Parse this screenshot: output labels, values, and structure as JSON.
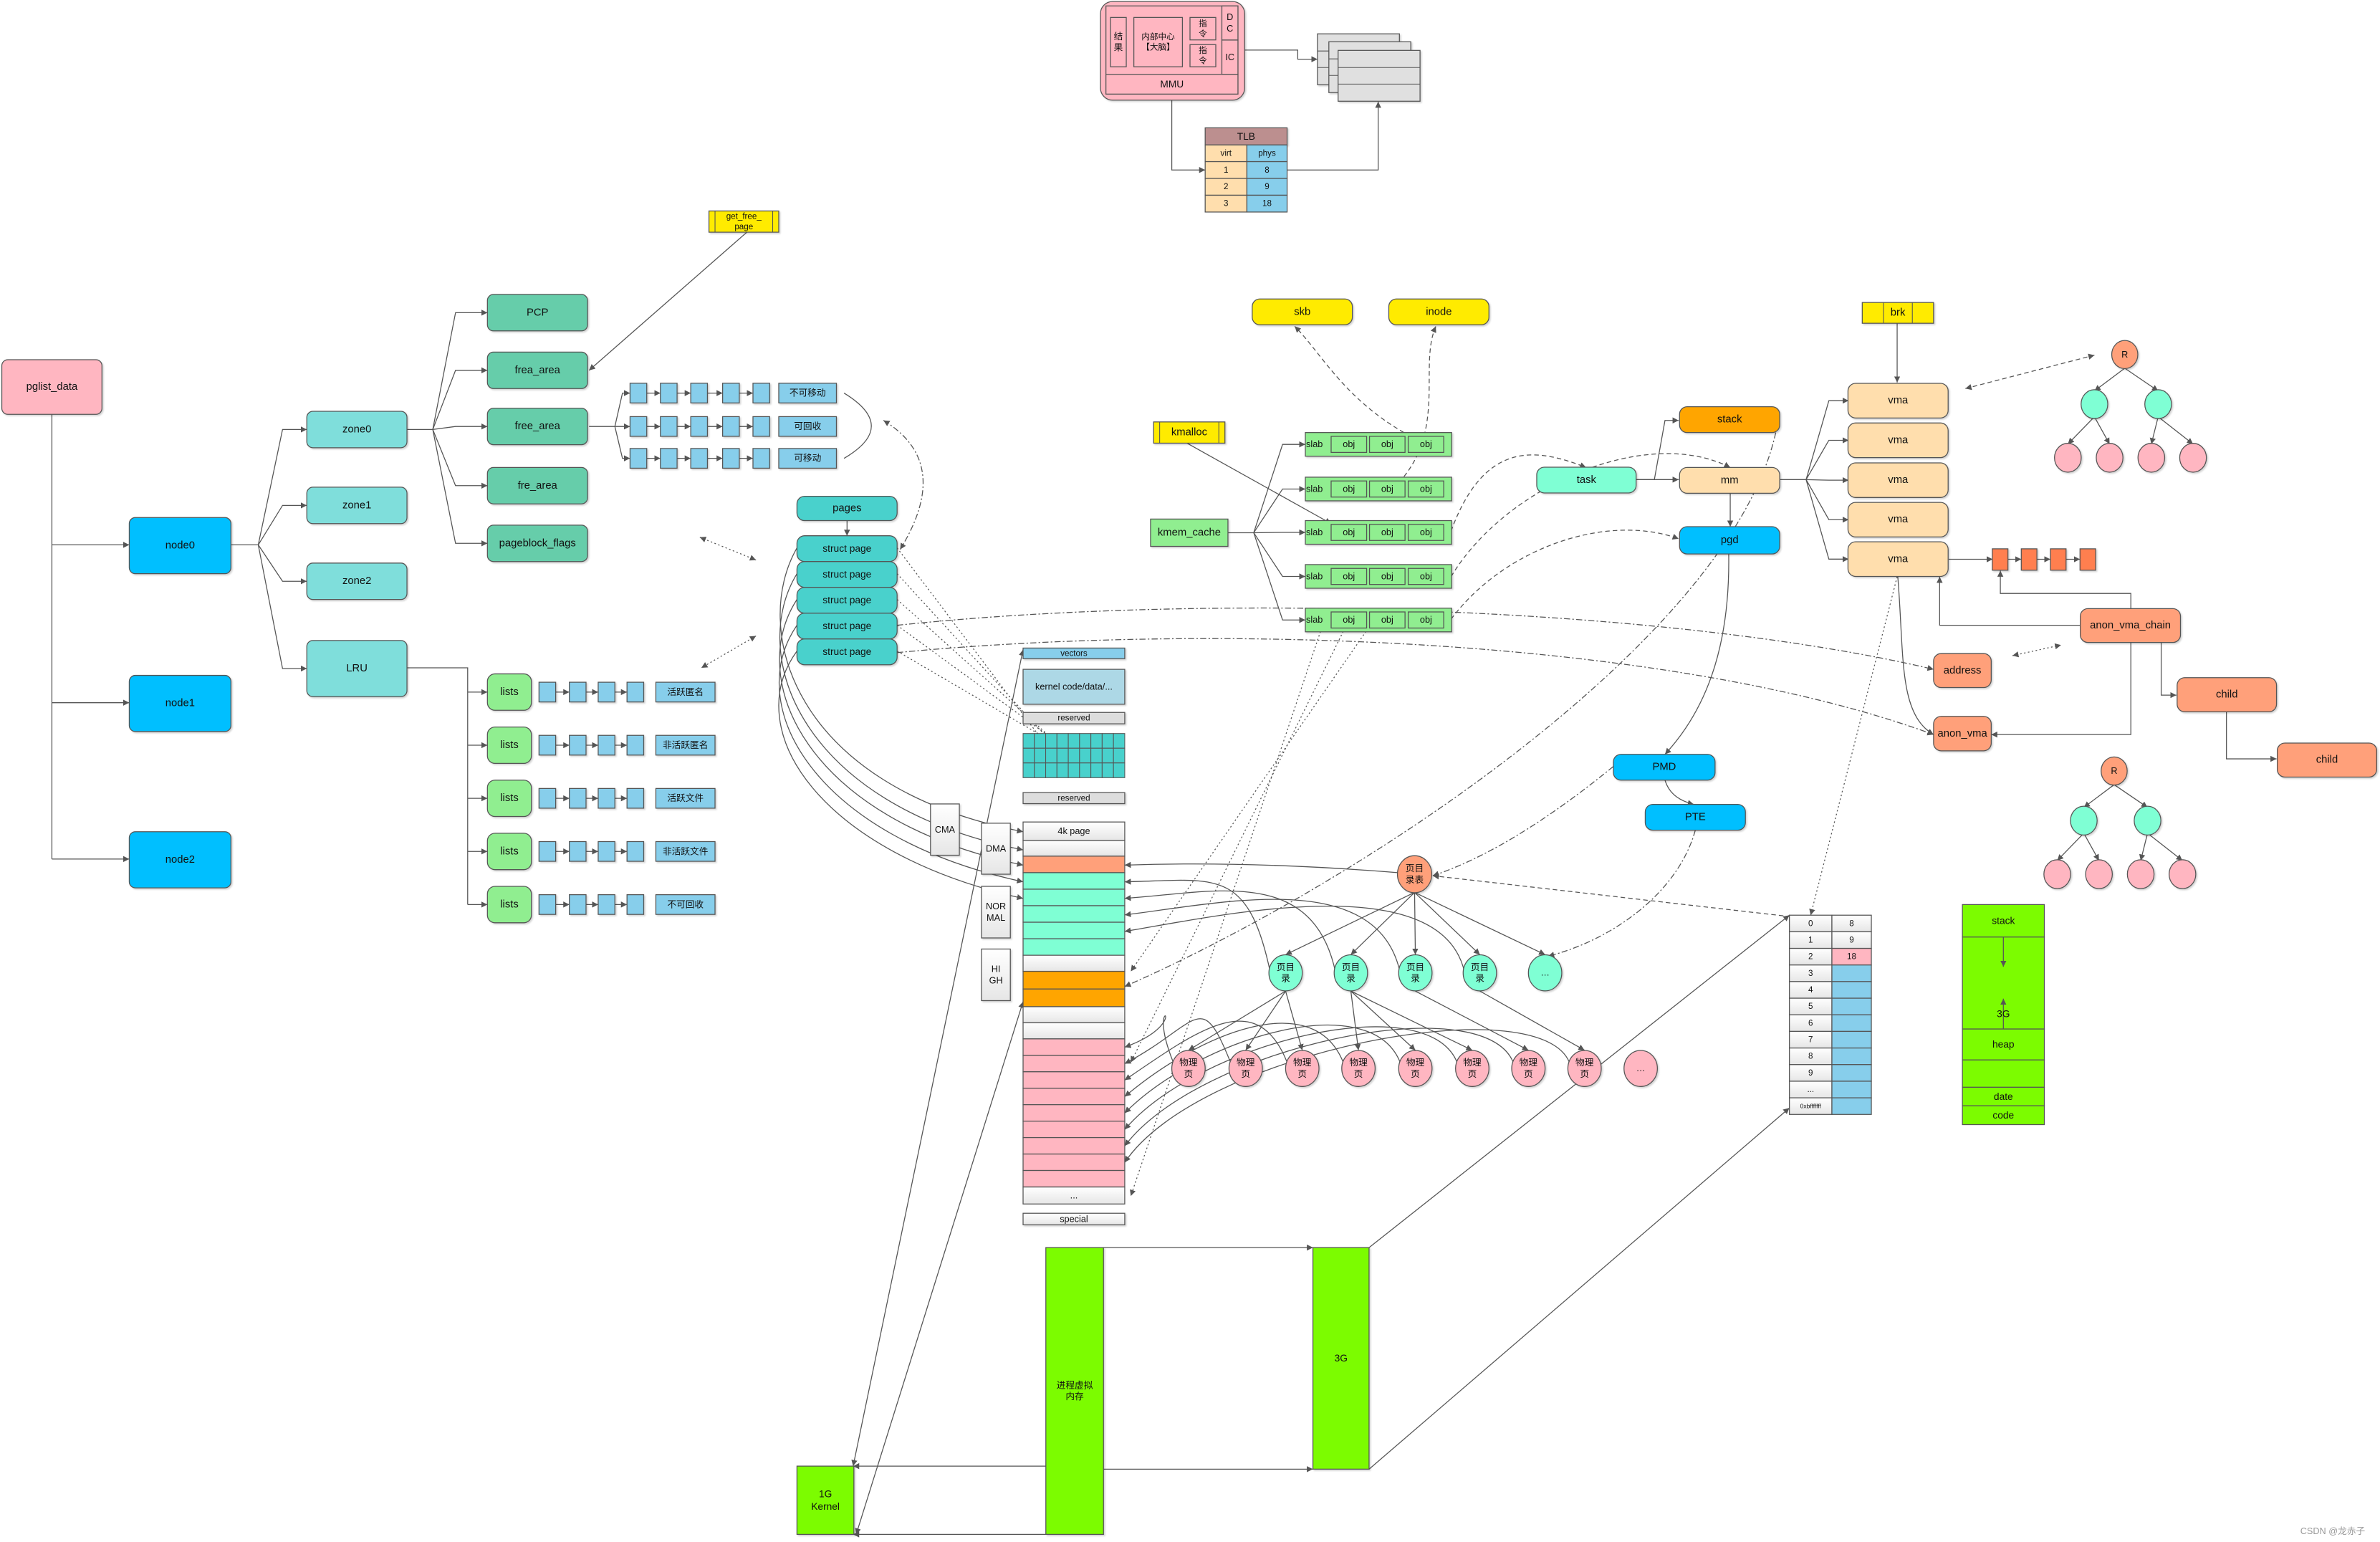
{
  "numa": {
    "root": "pglist_data",
    "nodes": [
      "node0",
      "node1",
      "node2"
    ]
  },
  "zones": [
    "zone0",
    "zone1",
    "zone2",
    "LRU"
  ],
  "zone_fields": [
    "PCP",
    "frea_area",
    "free_area",
    "fre_area",
    "pageblock_flags"
  ],
  "get_free_page": [
    "get_free_",
    "page"
  ],
  "migrate_types": [
    "不可移动",
    "可回收",
    "可移动"
  ],
  "lru_lists": {
    "label": "lists",
    "types": [
      "活跃匿名",
      "非活跃匿名",
      "活跃文件",
      "非活跃文件",
      "不可回收"
    ]
  },
  "pages": {
    "title": "pages",
    "items": [
      "struct page",
      "struct page",
      "struct page",
      "struct page",
      "struct page"
    ]
  },
  "physical_memory": {
    "vectors": "vectors",
    "kernel": "kernel code/data/...",
    "reserved": [
      "reserved",
      "reserved"
    ],
    "page": "4k page",
    "ellipsis": "...",
    "special": "special",
    "zones": [
      [
        "CMA"
      ],
      [
        "DMA"
      ],
      [
        "NOR",
        "MAL"
      ],
      [
        "HI",
        "GH"
      ]
    ]
  },
  "mmu": {
    "result": [
      "结",
      "果"
    ],
    "core": [
      "内部中心",
      "【大脑】"
    ],
    "instructions": [
      [
        "指",
        "令"
      ],
      [
        "指",
        "令"
      ]
    ],
    "dc": [
      "D",
      "C"
    ],
    "ic": "IC",
    "label": "MMU"
  },
  "tlb": {
    "title": "TLB",
    "headers": [
      "virt",
      "phys"
    ],
    "rows": [
      [
        "1",
        "8"
      ],
      [
        "2",
        "9"
      ],
      [
        "3",
        "18"
      ]
    ]
  },
  "slab": {
    "skb": "skb",
    "inode": "inode",
    "kmalloc": "kmalloc",
    "kmem_cache": "kmem_cache",
    "rows": [
      [
        "slab",
        "obj",
        "obj",
        "obj"
      ],
      [
        "slab",
        "obj",
        "obj",
        "obj"
      ],
      [
        "slab",
        "obj",
        "obj",
        "obj"
      ],
      [
        "slab",
        "obj",
        "obj",
        "obj"
      ],
      [
        "slab",
        "obj",
        "obj",
        "obj"
      ]
    ]
  },
  "process": {
    "task": "task",
    "stack": "stack",
    "mm": "mm",
    "pgd": "pgd",
    "pmd": "PMD",
    "pte": "PTE"
  },
  "vma": {
    "brk": "brk",
    "items": [
      "vma",
      "vma",
      "vma",
      "vma",
      "vma"
    ],
    "rb_root": "R"
  },
  "anon": {
    "chain": "anon_vma_chain",
    "address": "address",
    "anon_vma": "anon_vma",
    "children": [
      "child",
      "child"
    ],
    "rb_root": "R"
  },
  "page_table": {
    "root": [
      "页目",
      "录表"
    ],
    "dirs": [
      [
        "页目",
        "录"
      ],
      [
        "页目",
        "录"
      ],
      [
        "页目",
        "录"
      ],
      [
        "页目",
        "录"
      ],
      [
        "…"
      ]
    ],
    "pages": [
      [
        "物理",
        "页"
      ],
      [
        "物理",
        "页"
      ],
      [
        "物理",
        "页"
      ],
      [
        "物理",
        "页"
      ],
      [
        "物理",
        "页"
      ],
      [
        "物理",
        "页"
      ],
      [
        "物理",
        "页"
      ],
      [
        "物理",
        "页"
      ],
      [
        "…"
      ]
    ]
  },
  "page_table_entries": {
    "index": [
      "0",
      "1",
      "2",
      "3",
      "4",
      "5",
      "6",
      "7",
      "8",
      "9",
      "...",
      "0xbfffffff"
    ],
    "values": [
      "8",
      "9",
      "18",
      "",
      "",
      "",
      "",
      "",
      "",
      "",
      "",
      ""
    ]
  },
  "user_layout": {
    "stack": "stack",
    "size": "3G",
    "heap": "heap",
    "data": "date",
    "code": "code"
  },
  "address_space": {
    "kernel": [
      "1G",
      "Kernel"
    ],
    "virtual": [
      "进程虚拟",
      "内存"
    ],
    "user": "3G"
  },
  "watermark": "CSDN @龙赤子",
  "colors": {
    "pink": "#FFB6C1",
    "node": "#00BFFF",
    "zone": "#7FDEDB",
    "field": "#66CDAA",
    "list": "#90EE90",
    "square": "#87CEEB",
    "teal": "#48D1CC",
    "yellow": "#FFEB00",
    "vma": "#FFDEAD",
    "salmon": "#FFA07A",
    "orange": "#FFA500",
    "aqua": "#7FFFD4",
    "coral": "#FF7F50",
    "lime": "#7CFC00",
    "grey": "#E0E0E0",
    "tlb": "#BC8F8F"
  }
}
